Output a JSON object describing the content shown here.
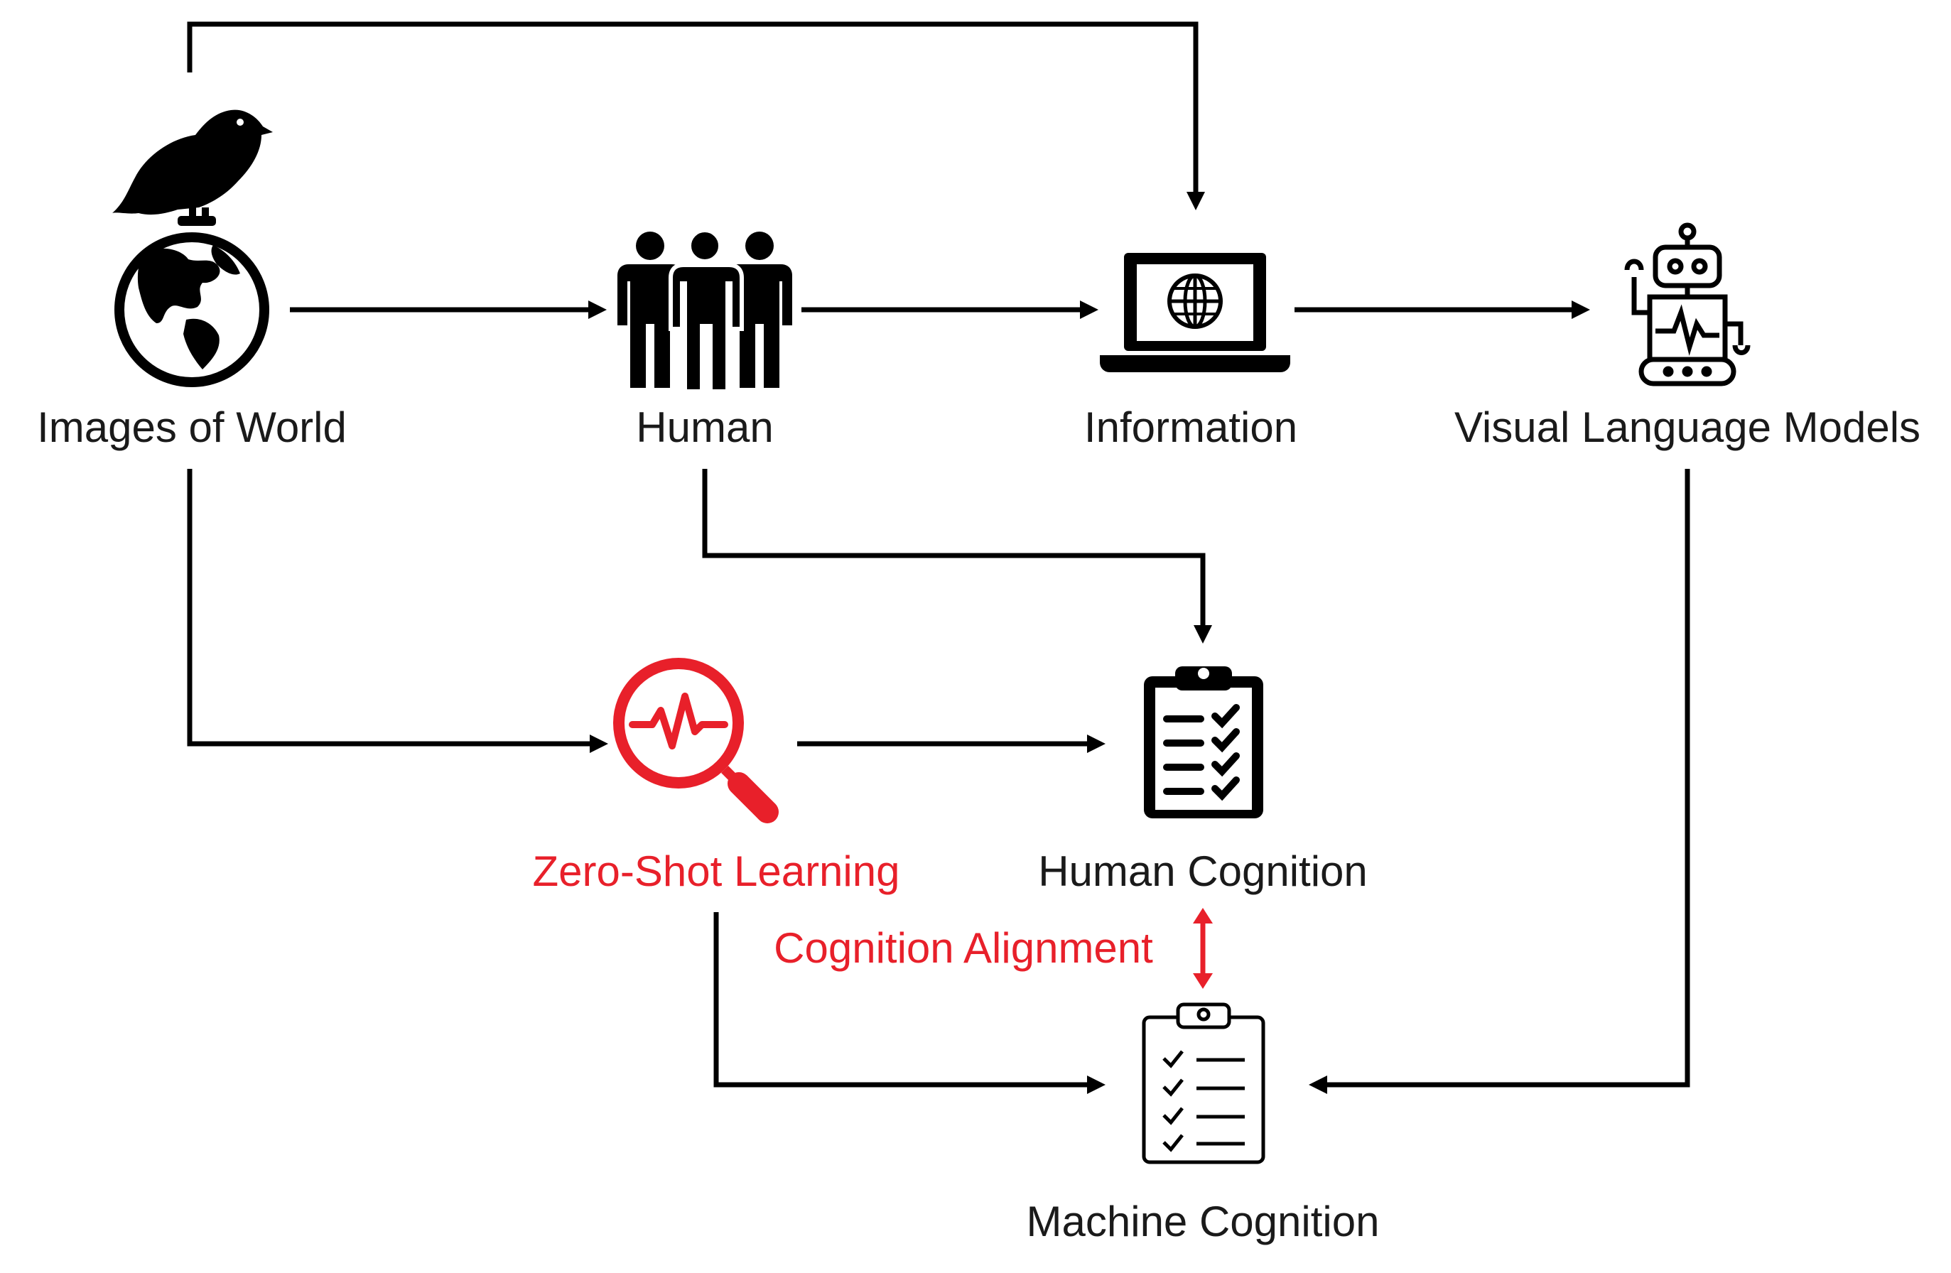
{
  "nodes": {
    "images_of_world": {
      "label": "Images of World",
      "icon": "bird-on-globe-icon"
    },
    "human": {
      "label": "Human",
      "icon": "people-group-icon"
    },
    "information": {
      "label": "Information",
      "icon": "laptop-globe-icon"
    },
    "vlm": {
      "label": "Visual Language Models",
      "icon": "robot-icon"
    },
    "zsl": {
      "label": "Zero-Shot Learning",
      "icon": "magnifier-pulse-icon"
    },
    "human_cognition": {
      "label": "Human Cognition",
      "icon": "clipboard-checklist-filled-icon"
    },
    "machine_cognition": {
      "label": "Machine Cognition",
      "icon": "clipboard-checklist-outline-icon"
    }
  },
  "alignment": {
    "label": "Cognition Alignment"
  },
  "colors": {
    "accent": "#e8202a",
    "ink": "#000000"
  }
}
